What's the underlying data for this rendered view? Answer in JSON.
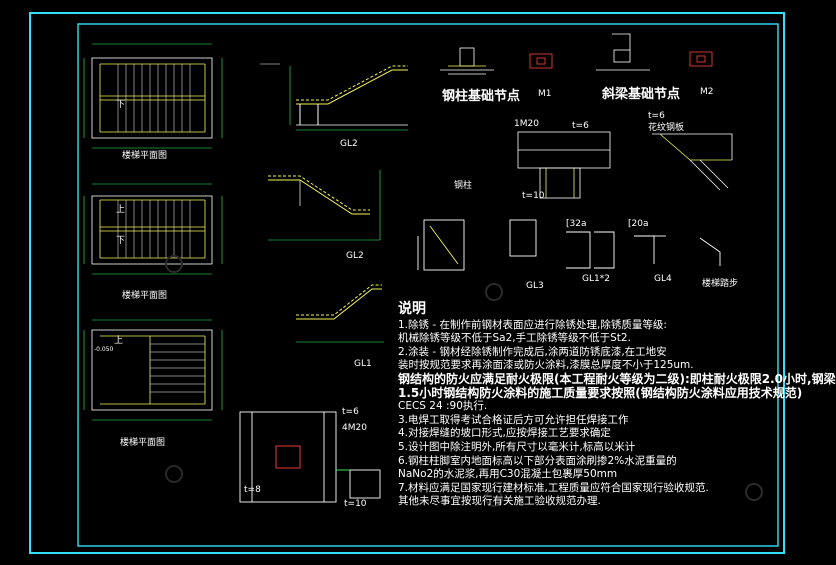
{
  "labels": {
    "plan1": "楼梯平面图",
    "plan2": "楼梯平面图",
    "plan3": "楼梯平面图",
    "up": "上",
    "down": "下",
    "elev": "-0.050",
    "gl2": "GL2",
    "gl1": "GL1",
    "column_base": "钢柱基础节点",
    "beam_base": "斜梁基础节点",
    "m1": "M1",
    "m2": "M2",
    "bolt": "1M20",
    "t6": "t=6",
    "checkered_plate": "花纹钢板",
    "steel_column": "钢柱",
    "t10": "t=10",
    "c32a": "[32a",
    "c20a": "[20a",
    "gl3": "GL3",
    "gl1x2": "GL1*2",
    "gl4": "GL4",
    "stair_step": "楼梯踏步",
    "bolt4": "4M20",
    "t8": "t=8"
  },
  "notes": {
    "title": "说明",
    "l1": "1.除锈 - 在制作前钢材表面应进行除锈处理,除锈质量等级:",
    "l2": "  机械除锈等级不低于Sa2,手工除锈等级不低于St2.",
    "l3": "2.涂装 - 钢材经除锈制作完成后,涂两道防锈底漆,在工地安",
    "l4": "  装时按规范要求再涂面漆或防火涂料,漆膜总厚度不小于125um.",
    "l5": "钢结构的防火应满足耐火极限(本工程耐火等级为二级):即柱耐火极限2.0小时,钢梁",
    "l6": "  1.5小时钢结构防火涂料的施工质量要求按照(钢结构防火涂料应用技术规范)",
    "l7": "  CECS 24 :90执行.",
    "l8": "3.电焊工取得考试合格证后方可允许担任焊接工作",
    "l9": "4.对接焊缝的坡口形式,应按焊接工艺要求确定",
    "l10": "5.设计图中除注明外,所有尺寸以毫米计,标高以米计",
    "l11": "6.钢柱柱脚室内地面标高以下部分表面涂刷掺2%水泥重量的",
    "l12": "  NaNo2的水泥浆,再用C30混凝土包裹厚50mm",
    "l13": "7.材料应满足国家现行建材标准,工程质量应符合国家现行验收规范.",
    "l14": "  其他未尽事宜按现行有关施工验收规范办理."
  },
  "colors": {
    "background": "#000000",
    "border": "#30e0ff",
    "member": "#f4f45a",
    "dimension": "#30ff60",
    "anchor_plate": "#ff4040",
    "text": "#ffffff"
  }
}
